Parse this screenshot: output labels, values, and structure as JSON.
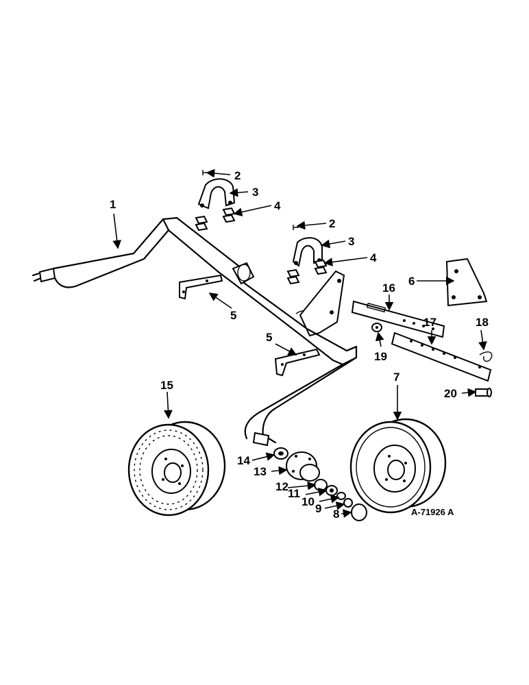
{
  "drawing_ref": "A-71926 A",
  "callouts": [
    "1",
    "2",
    "3",
    "4",
    "5",
    "6",
    "7",
    "8",
    "9",
    "10",
    "11",
    "12",
    "13",
    "14",
    "15",
    "16",
    "17",
    "18",
    "19",
    "20"
  ]
}
